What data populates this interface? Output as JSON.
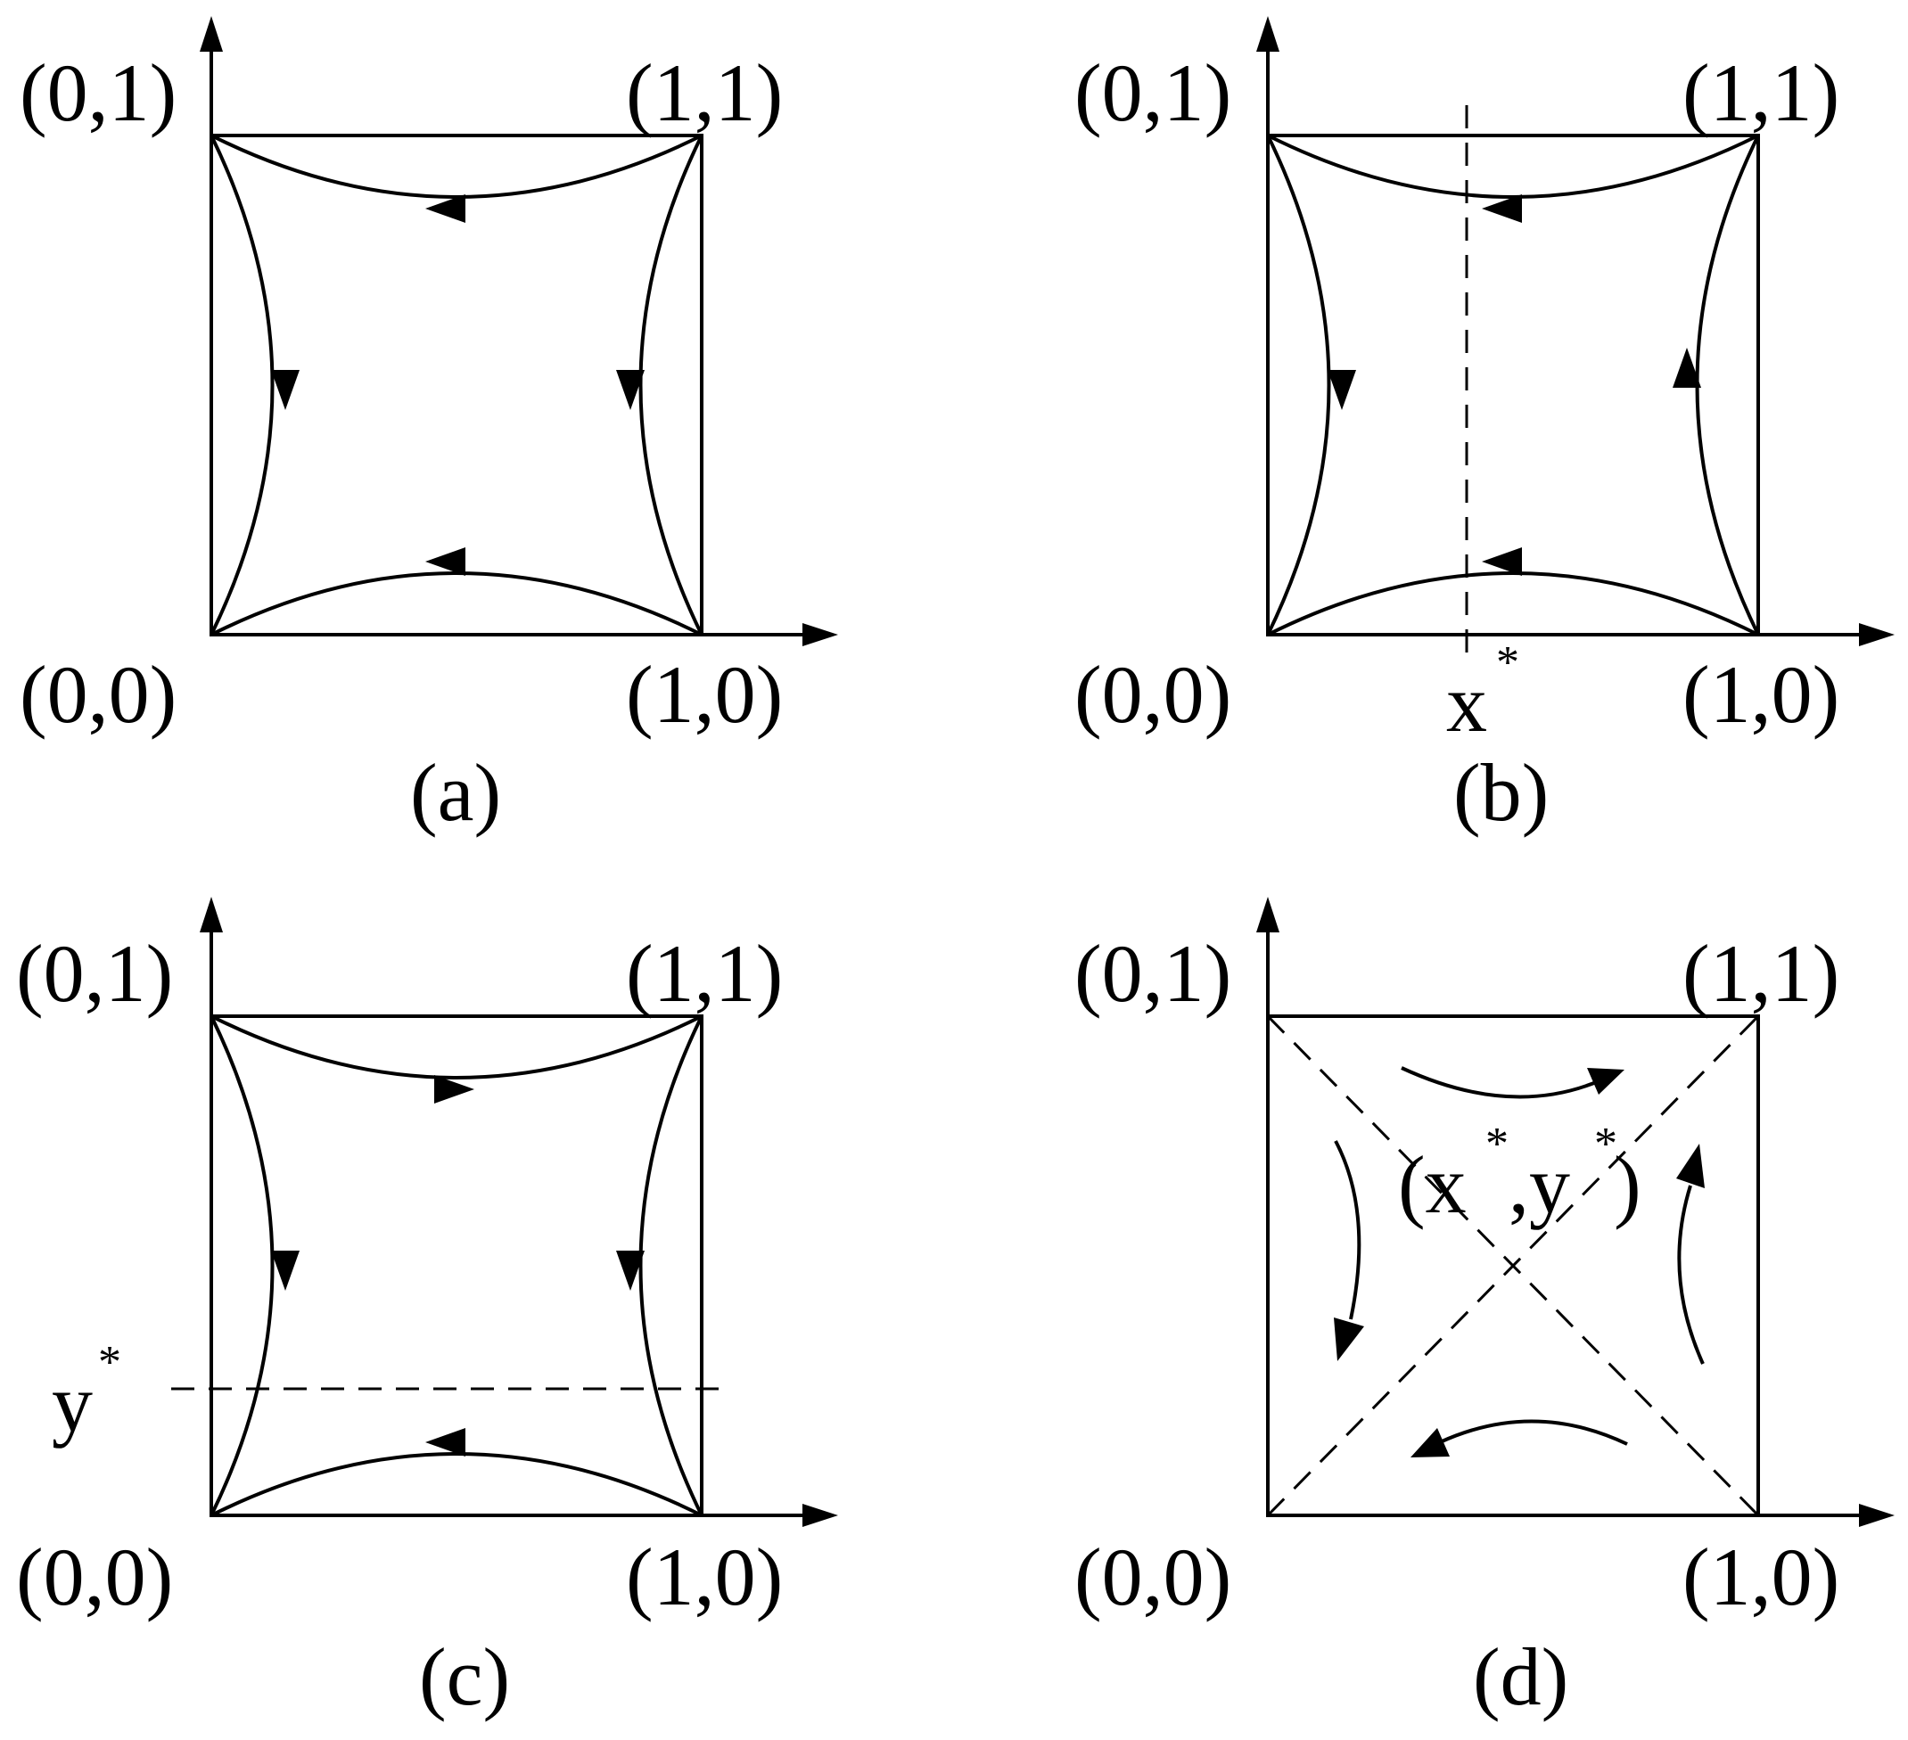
{
  "figure": {
    "panels": [
      {
        "id": "a",
        "caption": "(a)",
        "corners": {
          "tl": "(0,1)",
          "tr": "(1,1)",
          "bl": "(0,0)",
          "br": "(1,0)"
        }
      },
      {
        "id": "b",
        "caption": "(b)",
        "corners": {
          "tl": "(0,1)",
          "tr": "(1,1)",
          "bl": "(0,0)",
          "br": "(1,0)"
        },
        "equilibrium": {
          "base": "x",
          "sup": "*"
        }
      },
      {
        "id": "c",
        "caption": "(c)",
        "corners": {
          "tl": "(0,1)",
          "tr": "(1,1)",
          "bl": "(0,0)",
          "br": "(1,0)"
        },
        "equilibrium": {
          "base": "y",
          "sup": "*"
        }
      },
      {
        "id": "d",
        "caption": "(d)",
        "corners": {
          "tl": "(0,1)",
          "tr": "(1,1)",
          "bl": "(0,0)",
          "br": "(1,0)"
        },
        "equilibrium": {
          "open": "(x",
          "sup1": "*",
          "mid": ",y",
          "sup2": "*",
          "close": ")"
        }
      }
    ]
  }
}
